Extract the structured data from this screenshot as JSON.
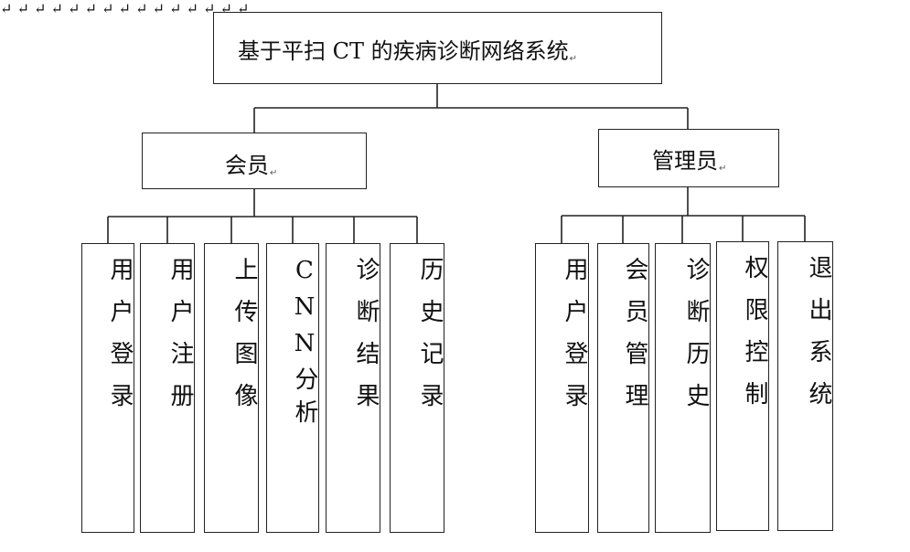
{
  "root": {
    "label": "基于平扫 CT 的疾病诊断网络系统",
    "mark": "↵"
  },
  "member": {
    "label": "会员",
    "mark": "↵",
    "functions": [
      {
        "label": "用户登录",
        "mark": "↵",
        "extra_marks": [
          "↵"
        ]
      },
      {
        "label": "用户注册",
        "mark": "↵",
        "extra_marks": []
      },
      {
        "label": "上传图像",
        "mark": "↵",
        "extra_marks": []
      },
      {
        "label": "CNN分析",
        "mark": "↵",
        "extra_marks": []
      },
      {
        "label": "诊断结果",
        "mark": "↵",
        "extra_marks": []
      },
      {
        "label": "历史记录",
        "mark": "↵",
        "extra_marks": []
      }
    ]
  },
  "admin": {
    "label": "管理员",
    "mark": "↵",
    "functions": [
      {
        "label": "用户登录",
        "mark": "",
        "extra_marks": []
      },
      {
        "label": "会员管理",
        "mark": "↵",
        "extra_marks": [
          "↵"
        ]
      },
      {
        "label": "诊断历史",
        "mark": "↵",
        "extra_marks": []
      },
      {
        "label": "权限控制",
        "mark": "↵",
        "extra_marks": [
          "↵"
        ]
      },
      {
        "label": "退出系统",
        "mark": "↵",
        "extra_marks": [
          "↵",
          "↵"
        ]
      }
    ]
  }
}
